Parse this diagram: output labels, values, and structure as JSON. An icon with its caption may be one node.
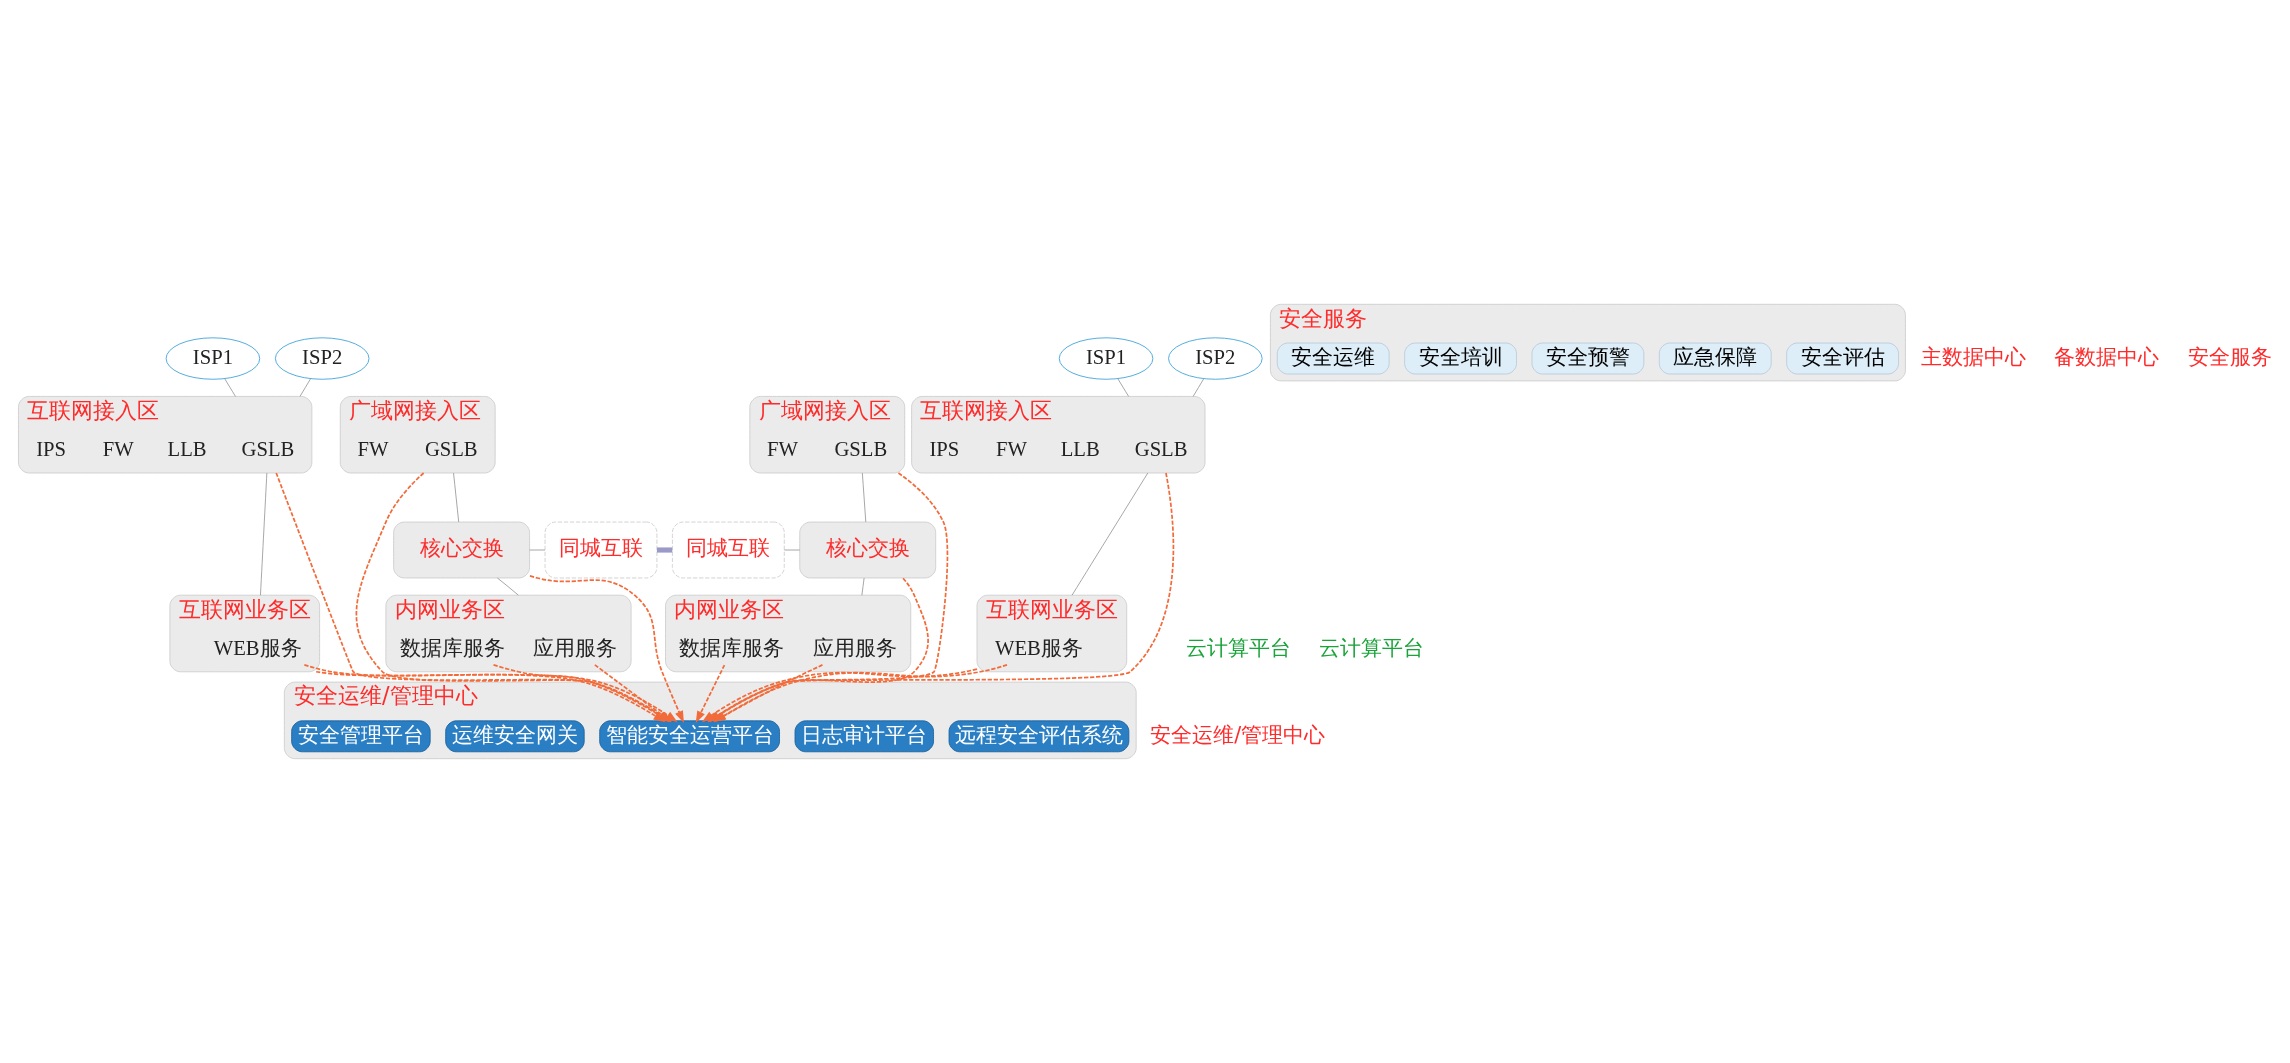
{
  "diagram": {
    "nodes": [
      {
        "text": [
          "ISP1"
        ]
      },
      {
        "text": [
          "ISP2"
        ]
      },
      {
        "text": [
          "互联网接入区"
        ]
      },
      {
        "text": [
          "GSLB"
        ],
        "in": 2
      },
      {
        "text": [
          "LLB"
        ],
        "in": 2
      },
      {
        "text": [
          "FW"
        ],
        "in": 2
      },
      {
        "text": [
          "IPS"
        ],
        "in": 2
      },
      {
        "text": [
          "广域网接入区"
        ]
      },
      {
        "text": [
          "GSLB"
        ],
        "in": 7
      },
      {
        "text": [
          "FW"
        ],
        "in": 7
      },
      {
        "text": [
          "核心交换"
        ]
      },
      {
        "text": [
          "同城互联"
        ]
      },
      {
        "text": [
          "同城互联"
        ]
      },
      {
        "text": [
          "互联网业务区"
        ]
      },
      {
        "text": [
          "WEB服务"
        ],
        "in": 13
      },
      {
        "text": [
          "内网业务区"
        ]
      },
      {
        "text": [
          "应用服务"
        ],
        "in": 15
      },
      {
        "text": [
          "数据库服务"
        ],
        "in": 15
      },
      {
        "text": [
          "广域网接入区"
        ]
      },
      {
        "text": [
          "GSLB"
        ],
        "in": 18
      },
      {
        "text": [
          "FW"
        ],
        "in": 18
      },
      {
        "text": [
          "核心交换"
        ]
      },
      {
        "text": [
          "ISP1"
        ]
      },
      {
        "text": [
          "ISP2"
        ]
      },
      {
        "text": [
          "互联网接入区"
        ]
      },
      {
        "text": [
          "GSLB"
        ],
        "in": 24
      },
      {
        "text": [
          "LLB"
        ],
        "in": 24
      },
      {
        "text": [
          "FW"
        ],
        "in": 24
      },
      {
        "text": [
          "IPS"
        ],
        "in": 24
      },
      {
        "text": [
          "内网业务区"
        ]
      },
      {
        "text": [
          "应用服务"
        ],
        "in": 29
      },
      {
        "text": [
          "数据库服务"
        ],
        "in": 29
      },
      {
        "text": [
          "互联网业务区"
        ]
      },
      {
        "text": [
          "WEB服务"
        ],
        "in": 32
      },
      {
        "text": [
          "安全运维/管理中心"
        ]
      },
      {
        "text": [
          "远程安全评估系统"
        ],
        "in": 34
      },
      {
        "text": [
          "日志审计平台"
        ],
        "in": 34
      },
      {
        "text": [
          "智能安全运营平台"
        ],
        "in": 34
      },
      {
        "text": [
          "运维安全网关"
        ],
        "in": 34
      },
      {
        "text": [
          "安全管理平台"
        ],
        "in": 34
      },
      {
        "text": [
          "安全服务"
        ]
      },
      {
        "text": [
          "安全评估"
        ],
        "in": 40
      },
      {
        "text": [
          "应急保障"
        ],
        "in": 40
      },
      {
        "text": [
          "安全预警"
        ],
        "in": 40
      },
      {
        "text": [
          "安全培训"
        ],
        "in": 40
      },
      {
        "text": [
          "安全运维"
        ],
        "in": 40
      }
    ],
    "edges": [
      {
        "from": 0,
        "to": 2,
        "arrow": "none",
        "color": "#999999"
      },
      {
        "from": 1,
        "to": 2,
        "arrow": "none",
        "color": "#999999"
      },
      {
        "from": 22,
        "to": 24,
        "arrow": "none",
        "color": "#999999"
      },
      {
        "from": 23,
        "to": 24,
        "arrow": "none",
        "color": "#999999"
      },
      {
        "from": 7,
        "to": 10,
        "arrow": "none",
        "color": "#999999"
      },
      {
        "from": 18,
        "to": 21,
        "arrow": "none",
        "color": "#999999"
      },
      {
        "from": 10,
        "to": 11,
        "arrow": "none",
        "color": "#999999"
      },
      {
        "from": 11,
        "to": 12,
        "arrow": "none",
        "style": "thick",
        "color": "#9a9ac8"
      },
      {
        "from": 12,
        "to": 21,
        "arrow": "none",
        "color": "#999999"
      },
      {
        "from": 10,
        "to": 15,
        "arrow": "none",
        "color": "#999999"
      },
      {
        "from": 21,
        "to": 29,
        "arrow": "none",
        "color": "#999999"
      },
      {
        "from": 2,
        "to": 13,
        "arrow": "none",
        "color": "#999999"
      },
      {
        "from": 24,
        "to": 32,
        "arrow": "none",
        "color": "#999999"
      },
      {
        "from": 2,
        "to": 37,
        "arrow": "to",
        "style": "dashed",
        "color": "#f26b3a"
      },
      {
        "from": 7,
        "to": 37,
        "arrow": "to",
        "style": "dashed",
        "color": "#f26b3a"
      },
      {
        "from": 10,
        "to": 37,
        "arrow": "to",
        "style": "dashed",
        "color": "#f26b3a"
      },
      {
        "from": 13,
        "to": 37,
        "arrow": "to",
        "style": "dashed",
        "color": "#f26b3a"
      },
      {
        "from": 14,
        "to": 37,
        "arrow": "to",
        "style": "dashed",
        "color": "#f26b3a"
      },
      {
        "from": 16,
        "to": 37,
        "arrow": "to",
        "style": "dashed",
        "color": "#f26b3a"
      },
      {
        "from": 17,
        "to": 37,
        "arrow": "to",
        "style": "dashed",
        "color": "#f26b3a"
      },
      {
        "from": 18,
        "to": 37,
        "arrow": "to",
        "style": "dashed",
        "color": "#f26b3a"
      },
      {
        "from": 21,
        "to": 37,
        "arrow": "to",
        "style": "dashed",
        "color": "#f26b3a"
      },
      {
        "from": 24,
        "to": 37,
        "arrow": "to",
        "style": "dashed",
        "color": "#f26b3a"
      },
      {
        "from": 30,
        "to": 37,
        "arrow": "to",
        "style": "dashed",
        "color": "#f26b3a"
      },
      {
        "from": 31,
        "to": 37,
        "arrow": "to",
        "style": "dashed",
        "color": "#f26b3a"
      },
      {
        "from": 32,
        "to": 37,
        "arrow": "to",
        "style": "dashed",
        "color": "#f26b3a"
      },
      {
        "from": 33,
        "to": 37,
        "arrow": "to",
        "style": "dashed",
        "color": "#f26b3a"
      }
    ],
    "labels": [
      "主数据中心",
      "备数据中心",
      "云计算平台",
      "云计算平台",
      "安全运维/管理中心",
      "安全服务"
    ]
  }
}
